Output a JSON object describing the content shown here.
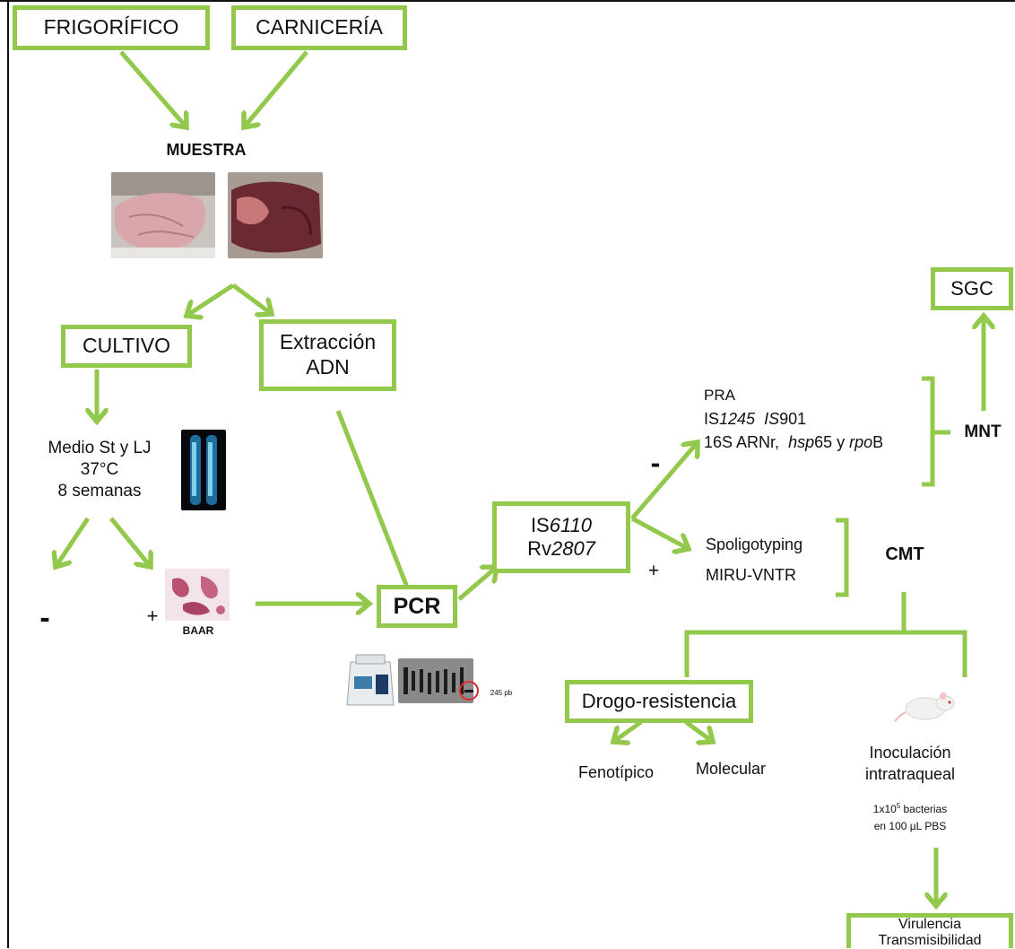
{
  "colors": {
    "accent": "#92c84c",
    "frame": "#111111",
    "text": "#111111"
  },
  "boxes": {
    "frigorifico": "FRIGORÍFICO",
    "carniceria": "CARNICERÍA",
    "cultivo": "CULTIVO",
    "extraccion_line1": "Extracción",
    "extraccion_line2": "ADN",
    "pcr": "PCR",
    "is6110_prefix": "IS",
    "is6110_num": "6110",
    "rv_prefix": "Rv",
    "rv_num": "2807",
    "sgc": "SGC",
    "drogo": "Drogo-resistencia",
    "virulencia": "Virulencia",
    "transmisibilidad": "Transmisibilidad"
  },
  "labels": {
    "muestra": "MUESTRA",
    "medio": "Medio St y LJ",
    "temp": "37°C",
    "semanas": "8 semanas",
    "minus": "-",
    "plus": "+",
    "baar": "BAAR",
    "pra": "PRA",
    "is1245_a": "IS",
    "is1245_b": "1245",
    "is901_a": "IS",
    "is901_b": "901",
    "l16s": "16S ARNr,",
    "hsp": "hsp",
    "hsp_num": "65 y",
    "rpo": "rpo",
    "rpo_b": "B",
    "mnt": "MNT",
    "spoligotyping": "Spoligotyping",
    "miru": "MIRU-VNTR",
    "cmt": "CMT",
    "fenotipico": "Fenotípico",
    "molecular": "Molecular",
    "inoculacion": "Inoculación",
    "intratraqueal": "intratraqueal",
    "dose_a": "1x10",
    "dose_exp": "5",
    "dose_b": " bacterias",
    "dose_line2": "en 100 µL PBS",
    "gel_band": "245 pb"
  }
}
